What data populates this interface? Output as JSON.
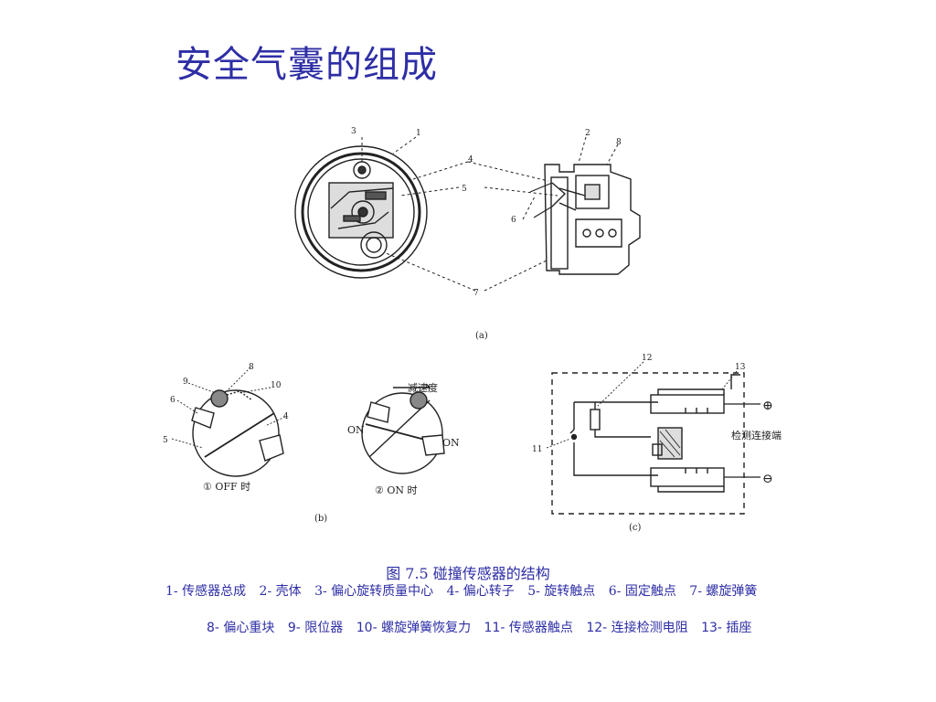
{
  "slide": {
    "title": "安全气囊的组成"
  },
  "figure": {
    "caption": "图 7.5   碰撞传感器的结构",
    "panel_a": {
      "label": "(a)",
      "callouts": [
        "1",
        "2",
        "3",
        "4",
        "5",
        "6",
        "7",
        "8"
      ]
    },
    "panel_b": {
      "label": "(b)",
      "state_off_label": "① OFF 时",
      "state_on_label": "② ON 时",
      "callouts": [
        "4",
        "5",
        "6",
        "8",
        "9",
        "10"
      ],
      "decel_label": "减速度",
      "on_label_left": "ON",
      "on_label_right": "ON"
    },
    "panel_c": {
      "label": "(c)",
      "callouts": [
        "11",
        "12",
        "13"
      ],
      "connector_label": "检测连接端",
      "plus_symbol": "⊕",
      "minus_symbol": "⊖"
    }
  },
  "legend": {
    "line1": [
      "1- 传感器总成",
      "2- 壳体",
      "3- 偏心旋转质量中心",
      "4- 偏心转子",
      "5- 旋转触点",
      "6- 固定触点",
      "7- 螺旋弹簧"
    ],
    "line2": [
      "8- 偏心重块",
      "9- 限位器",
      "10- 螺旋弹簧恢复力",
      "11- 传感器触点",
      "12- 连接检测电阻",
      "13- 插座"
    ]
  }
}
